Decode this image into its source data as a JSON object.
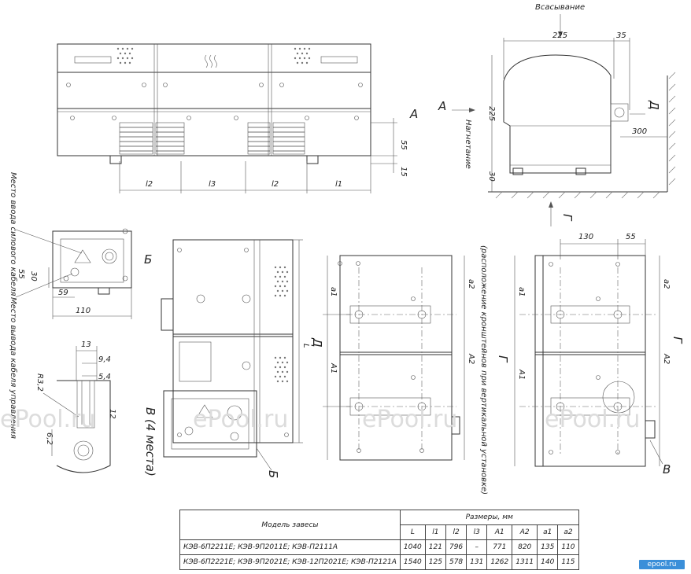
{
  "labels": {
    "suction": "Всасывание",
    "discharge": "Нагнетание",
    "power_cable_entry": "Место ввода силового кабеля",
    "control_cable_exit": "Место вывода кабеля управления",
    "bracket_note": "(расположение кронштейнов при вертикальной установке)",
    "mount_points": "В (4 места)"
  },
  "view_letters": {
    "a": "А",
    "b": "Б",
    "v": "В",
    "g": "Г",
    "d": "Д"
  },
  "dimensions": {
    "d225_top": "225",
    "d35": "35",
    "d225_side": "225",
    "d300": "300",
    "d30": "30",
    "d55": "55",
    "d15": "15",
    "l1": "l1",
    "l2": "l2",
    "l3": "l3",
    "L": "L",
    "A1": "A1",
    "A2": "A2",
    "a1": "a1",
    "a2": "a2",
    "d130": "130",
    "d55_bottom": "55",
    "d55_box": "55",
    "d30_box": "30",
    "d59": "59",
    "d110": "110",
    "d13": "13",
    "d9_4": "9,4",
    "d5_4": "5,4",
    "dR3_2": "R3,2",
    "d12": "12",
    "d6_2": "6,2"
  },
  "watermark": "ePool.ru",
  "logo": "epool.ru",
  "table": {
    "model_header": "Модель завесы",
    "sizes_header": "Размеры, мм",
    "columns": [
      "L",
      "l1",
      "l2",
      "l3",
      "A1",
      "A2",
      "a1",
      "a2"
    ],
    "rows": [
      {
        "model": "КЭВ-6П2211Е; КЭВ-9П2011Е; КЭВ-П2111А",
        "values": [
          "1040",
          "121",
          "796",
          "–",
          "771",
          "820",
          "135",
          "110"
        ]
      },
      {
        "model": "КЭВ-6П2221Е; КЭВ-9П2021Е; КЭВ-12П2021Е; КЭВ-П2121А",
        "values": [
          "1540",
          "125",
          "578",
          "131",
          "1262",
          "1311",
          "140",
          "115"
        ]
      }
    ]
  }
}
